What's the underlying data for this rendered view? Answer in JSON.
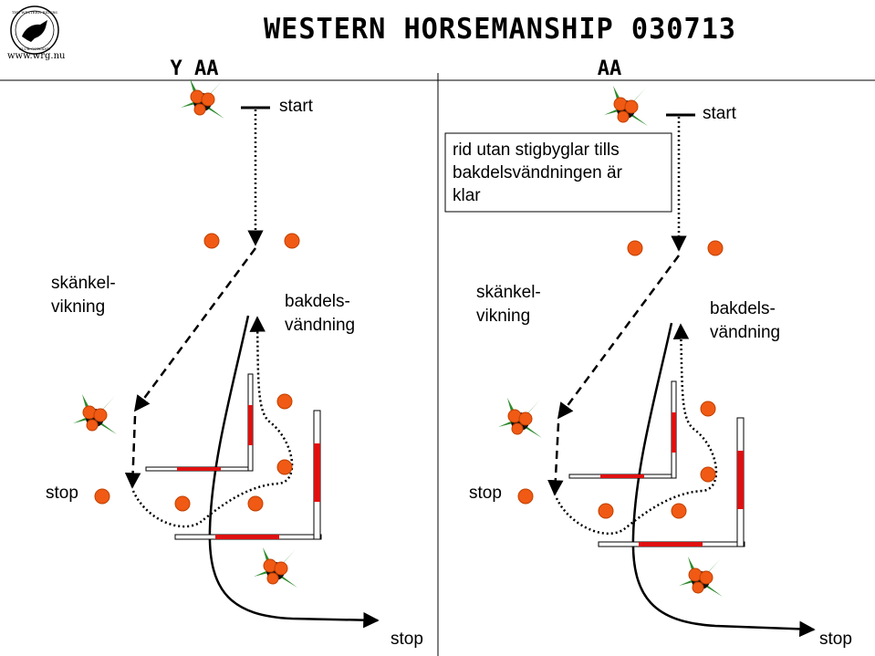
{
  "header": {
    "title": "WESTERN HORSEMANSHIP 030713",
    "logo_url": "www.wrg.nu",
    "logo_text_top": "THE WESTERN RIDERS",
    "logo_text_bottom": "CLUB GOTLAND"
  },
  "left_panel": {
    "heading": "Y AA",
    "labels": {
      "start": "start",
      "sidepass": [
        "skänkel-",
        "vikning"
      ],
      "turn": [
        "bakdels-",
        "vändning"
      ],
      "stop_left": "stop",
      "stop_bottom": "stop"
    }
  },
  "right_panel": {
    "heading": "AA",
    "note": [
      "rid utan stigbyglar tills",
      "bakdelsvändningen är",
      "klar"
    ],
    "labels": {
      "start": "start",
      "sidepass": [
        "skänkel-",
        "vikning"
      ],
      "turn": [
        "bakdels-",
        "vändning"
      ],
      "stop_left": "stop",
      "stop_bottom": "stop"
    }
  },
  "colors": {
    "cone": "#f05a14",
    "cone_outline": "#c04000",
    "pole_red": "#e01010",
    "leaf": "#2e8b2e",
    "ink": "#000000"
  }
}
